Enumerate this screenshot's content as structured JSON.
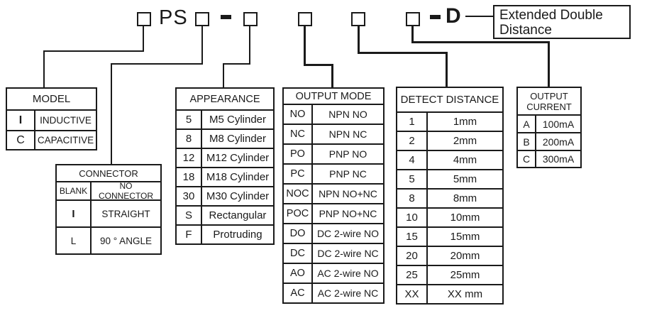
{
  "colors": {
    "ink": "#1a1a1a",
    "background": "#ffffff"
  },
  "code_row": {
    "ps_label": "PS",
    "separator1": "-",
    "separator2": "-",
    "d_label": "D",
    "callout_label": "Extended Double Distance"
  },
  "tables": {
    "model": {
      "title": "MODEL",
      "rows": [
        {
          "key": "I",
          "value": "INDUCTIVE"
        },
        {
          "key": "C",
          "value": "CAPACITIVE"
        }
      ]
    },
    "connector": {
      "title": "CONNECTOR",
      "rows": [
        {
          "key": "BLANK",
          "value": "NO CONNECTOR"
        },
        {
          "key": "I",
          "value": "STRAIGHT"
        },
        {
          "key": "L",
          "value": "90 ° ANGLE"
        }
      ]
    },
    "appearance": {
      "title": "APPEARANCE",
      "rows": [
        {
          "key": "5",
          "value": "M5 Cylinder"
        },
        {
          "key": "8",
          "value": "M8 Cylinder"
        },
        {
          "key": "12",
          "value": "M12 Cylinder"
        },
        {
          "key": "18",
          "value": "M18 Cylinder"
        },
        {
          "key": "30",
          "value": "M30 Cylinder"
        },
        {
          "key": "S",
          "value": "Rectangular"
        },
        {
          "key": "F",
          "value": "Protruding"
        }
      ]
    },
    "output_mode": {
      "title": "OUTPUT MODE",
      "rows": [
        {
          "key": "NO",
          "value": "NPN NO"
        },
        {
          "key": "NC",
          "value": "NPN NC"
        },
        {
          "key": "PO",
          "value": "PNP NO"
        },
        {
          "key": "PC",
          "value": "PNP NC"
        },
        {
          "key": "NOC",
          "value": "NPN NO+NC"
        },
        {
          "key": "POC",
          "value": "PNP NO+NC"
        },
        {
          "key": "DO",
          "value": "DC 2-wire NO"
        },
        {
          "key": "DC",
          "value": "DC 2-wire NC"
        },
        {
          "key": "AO",
          "value": "AC 2-wire NO"
        },
        {
          "key": "AC",
          "value": "AC 2-wire NC"
        }
      ]
    },
    "detect_distance": {
      "title": "DETECT DISTANCE",
      "rows": [
        {
          "key": "1",
          "value": "1mm"
        },
        {
          "key": "2",
          "value": "2mm"
        },
        {
          "key": "4",
          "value": "4mm"
        },
        {
          "key": "5",
          "value": "5mm"
        },
        {
          "key": "8",
          "value": "8mm"
        },
        {
          "key": "10",
          "value": "10mm"
        },
        {
          "key": "15",
          "value": "15mm"
        },
        {
          "key": "20",
          "value": "20mm"
        },
        {
          "key": "25",
          "value": "25mm"
        },
        {
          "key": "XX",
          "value": "XX mm"
        }
      ]
    },
    "output_current": {
      "title": "OUTPUT CURRENT",
      "rows": [
        {
          "key": "A",
          "value": "100mA"
        },
        {
          "key": "B",
          "value": "200mA"
        },
        {
          "key": "C",
          "value": "300mA"
        }
      ]
    }
  }
}
